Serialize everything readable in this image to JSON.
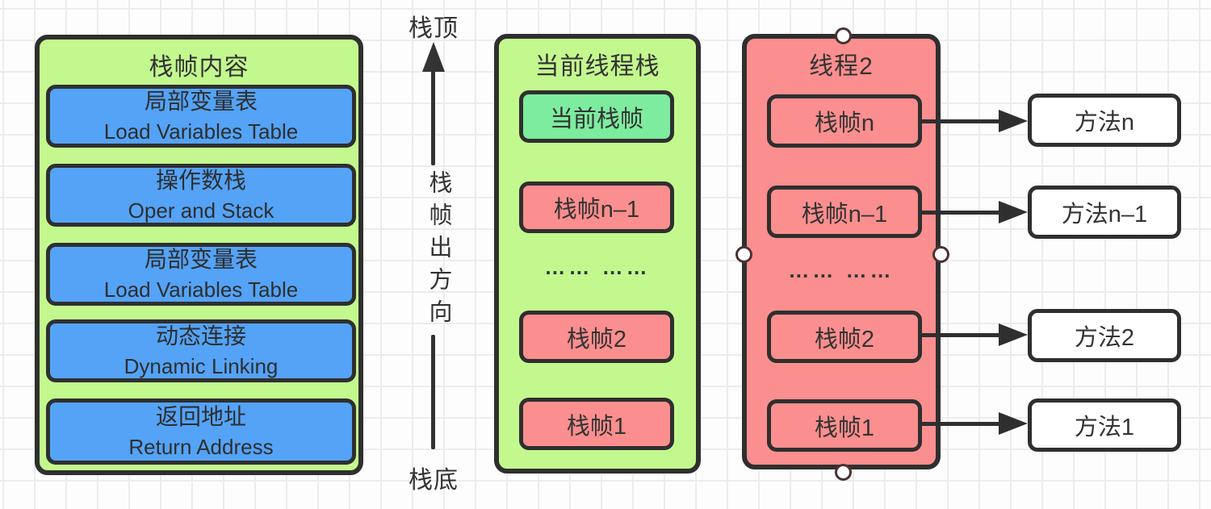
{
  "colors": {
    "panel_green": "#c3f88e",
    "panel_red": "#fb8e8e",
    "box_blue": "#54a3f6",
    "box_bright_green": "#7dec9f",
    "box_pink": "#fb8e8e",
    "box_white": "#ffffff",
    "stroke_dark": "#2f2f2f",
    "text_dark": "#333333",
    "grid_line": "#ececec"
  },
  "frame_content_panel": {
    "title": "栈帧内容",
    "items": [
      {
        "zh": "局部变量表",
        "en": "Load Variables Table"
      },
      {
        "zh": "操作数栈",
        "en": "Oper and Stack"
      },
      {
        "zh": "局部变量表",
        "en": "Load Variables Table"
      },
      {
        "zh": "动态连接",
        "en": "Dynamic Linking"
      },
      {
        "zh": "返回地址",
        "en": "Return Address"
      }
    ]
  },
  "direction_indicator": {
    "top_label": "栈顶",
    "axis_label": "栈帧出方向",
    "bottom_label": "栈底"
  },
  "current_thread_panel": {
    "title": "当前线程栈",
    "frames": [
      "当前栈帧",
      "栈帧n–1",
      "栈帧2",
      "栈帧1"
    ],
    "ellipsis": "…… ……"
  },
  "thread2_panel": {
    "title": "线程2",
    "frames": [
      "栈帧n",
      "栈帧n–1",
      "栈帧2",
      "栈帧1"
    ],
    "ellipsis": "…… ……"
  },
  "methods": [
    "方法n",
    "方法n–1",
    "方法2",
    "方法1"
  ]
}
